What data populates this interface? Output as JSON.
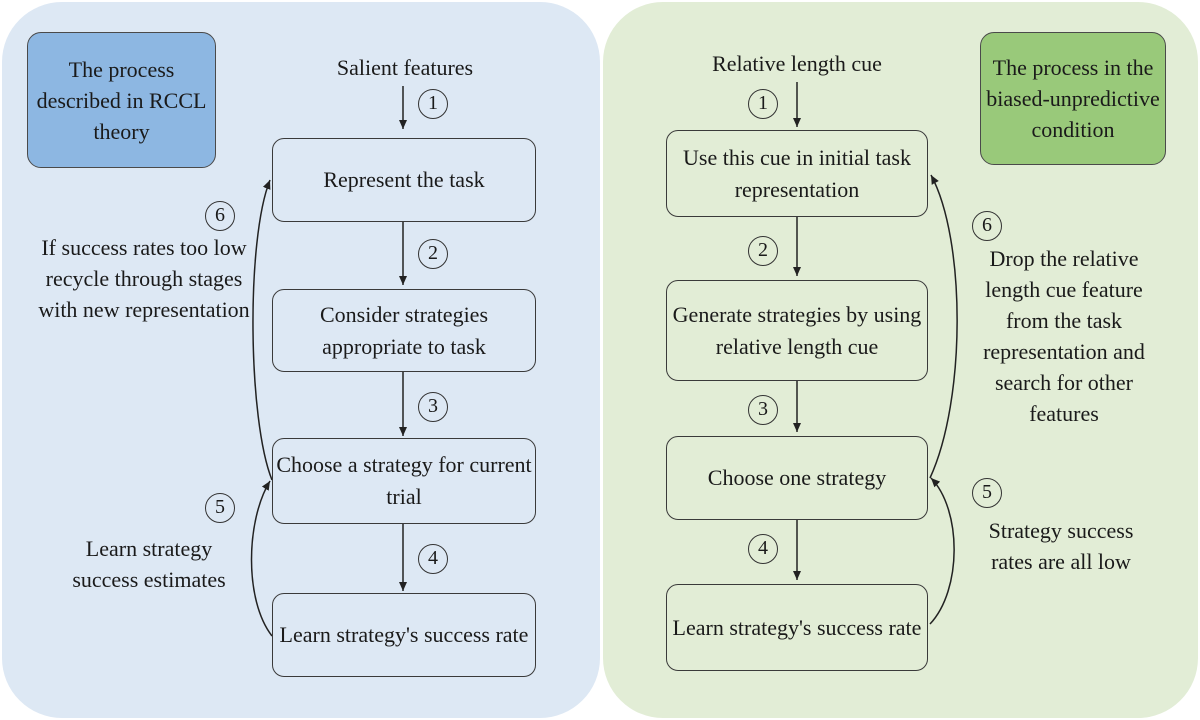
{
  "left": {
    "title": "The process described in RCCL theory",
    "input_label": "Salient features",
    "boxes": [
      "Represent the task",
      "Consider strategies appropriate to task",
      "Choose a strategy for current trial",
      "Learn strategy's success rate"
    ],
    "step_numbers": [
      "1",
      "2",
      "3",
      "4",
      "5",
      "6"
    ],
    "loop_6_text": "If success rates too low recycle through stages with new representation",
    "loop_5_text": "Learn strategy success estimates"
  },
  "right": {
    "title": "The process in the biased-unpredictive condition",
    "input_label": "Relative length cue",
    "boxes": [
      "Use this cue in initial task representation",
      "Generate strategies by using relative length cue",
      "Choose one strategy",
      "Learn strategy's success rate"
    ],
    "step_numbers": [
      "1",
      "2",
      "3",
      "4",
      "5",
      "6"
    ],
    "loop_6_text": "Drop the relative length cue feature from the task representation and search for other features",
    "loop_5_text": "Strategy success rates are all low"
  },
  "colors": {
    "left_panel": "#dde8f4",
    "right_panel": "#e2edd6",
    "left_title": "#8db7e2",
    "right_title": "#99c97a"
  }
}
